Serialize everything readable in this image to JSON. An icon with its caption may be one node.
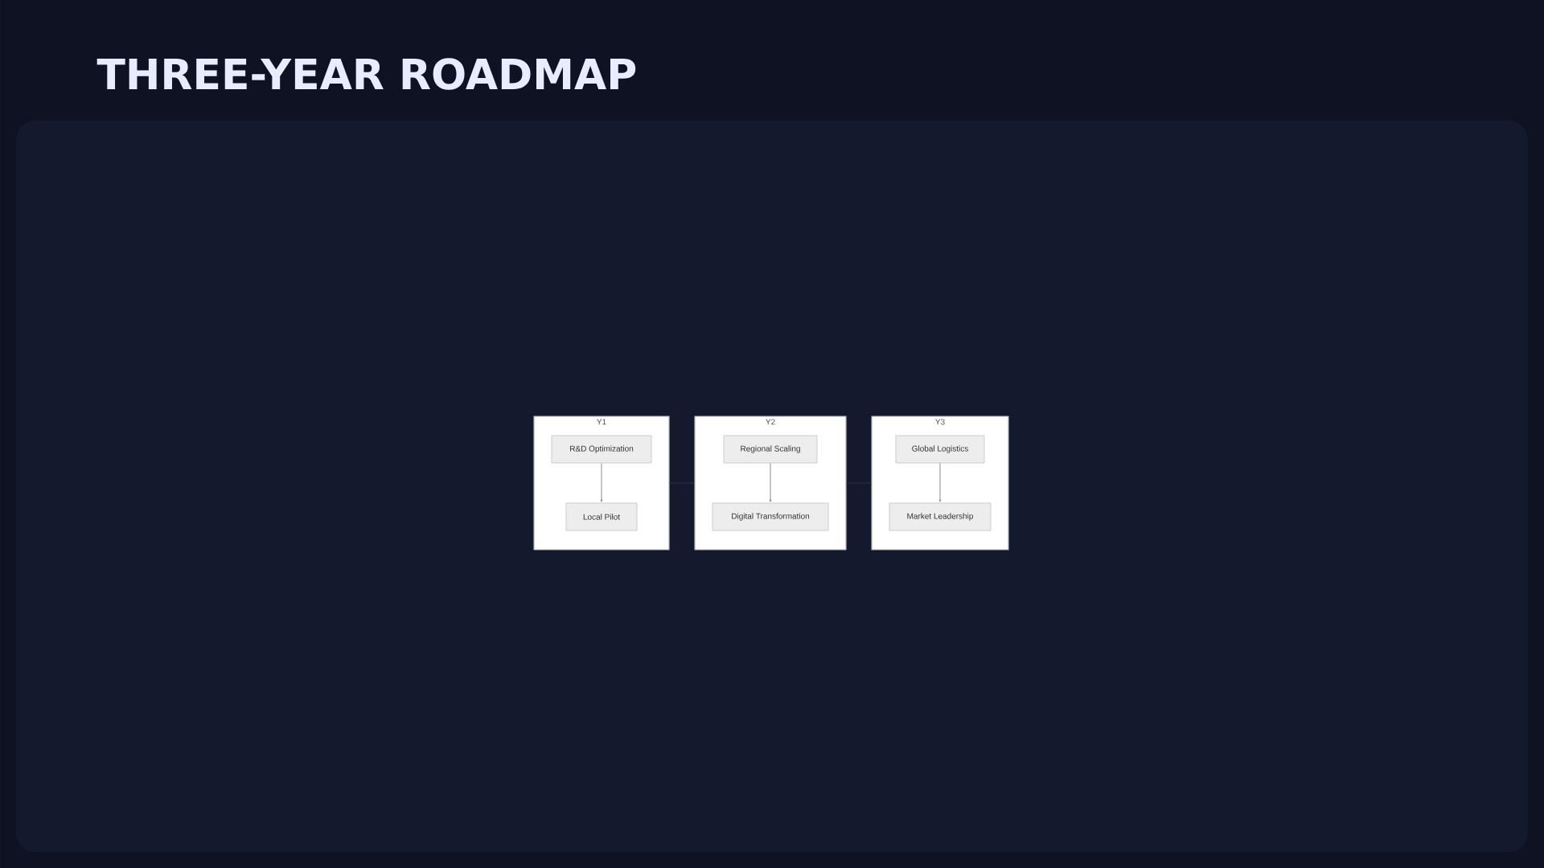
{
  "diagram": {
    "title": "THREE-YEAR ROADMAP",
    "nodes": [
      {
        "text": [
          "Y1"
        ]
      },
      {
        "text": [
          "R&D Optimization"
        ],
        "in": 0
      },
      {
        "text": [
          "Local Pilot"
        ],
        "in": 0
      },
      {
        "text": [
          "Y2"
        ]
      },
      {
        "text": [
          "Regional Scaling"
        ],
        "in": 3
      },
      {
        "text": [
          "Digital Transformation"
        ],
        "in": 3
      },
      {
        "text": [
          "Y3"
        ]
      },
      {
        "text": [
          "Global Logistics"
        ],
        "in": 6
      },
      {
        "text": [
          "Market Leadership"
        ],
        "in": 6
      }
    ],
    "edges": [
      {
        "from": 1,
        "to": 2,
        "arrow": "to"
      },
      {
        "from": 4,
        "to": 5,
        "arrow": "to"
      },
      {
        "from": 7,
        "to": 8,
        "arrow": "to"
      },
      {
        "from": 0,
        "to": 3,
        "arrow": "to",
        "color": "#2c3348"
      },
      {
        "from": 3,
        "to": 6,
        "arrow": "to",
        "color": "#2c3348"
      }
    ]
  }
}
